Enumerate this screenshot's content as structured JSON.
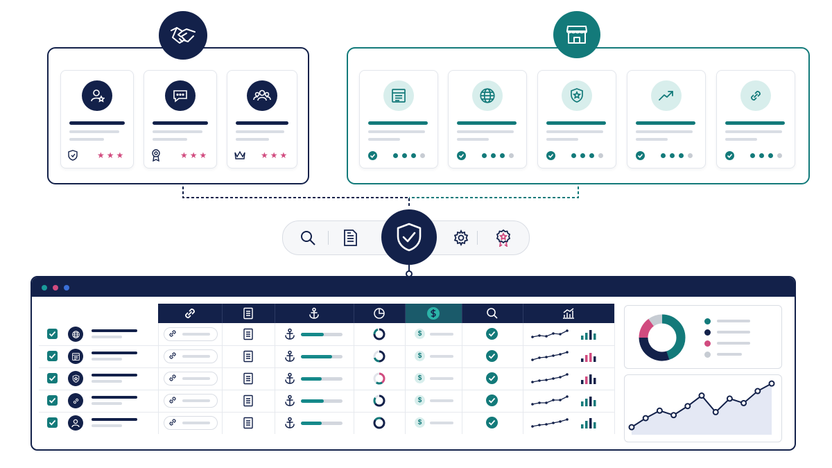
{
  "colors": {
    "navy": "#13214a",
    "teal": "#137a7a",
    "pink": "#d14b7f",
    "light_teal": "#d8eeec",
    "gray": "#c7ccd3"
  },
  "left_group": {
    "hub_icon": "handshake-icon",
    "cards": [
      {
        "icon": "user-star-icon",
        "badge": "shield-icon",
        "stars": "★★★"
      },
      {
        "icon": "chat-bubble-icon",
        "badge": "award-ribbon-icon",
        "stars": "★★★"
      },
      {
        "icon": "user-group-icon",
        "badge": "crown-icon",
        "stars": "★★★"
      }
    ]
  },
  "right_group": {
    "hub_icon": "storefront-icon",
    "cards": [
      {
        "icon": "document-list-icon",
        "dots_on": 3
      },
      {
        "icon": "globe-icon",
        "dots_on": 3
      },
      {
        "icon": "shield-star-icon",
        "dots_on": 3
      },
      {
        "icon": "trend-up-icon",
        "dots_on": 3
      },
      {
        "icon": "link-icon",
        "dots_on": 3
      }
    ]
  },
  "toolbar": {
    "items": [
      "search-icon",
      "document-icon",
      "shield-check-icon",
      "gear-icon",
      "award-badge-icon"
    ]
  },
  "table": {
    "header_icons": [
      "link-icon",
      "document-icon",
      "anchor-icon",
      "pie-icon",
      "dollar-icon",
      "search-icon",
      "bar-chart-icon"
    ],
    "rows": [
      {
        "icon": "globe-icon",
        "progress": 0.55,
        "pie_fill": 0.75
      },
      {
        "icon": "document-icon",
        "progress": 0.75,
        "pie_fill": 0.5
      },
      {
        "icon": "shield-star-icon",
        "progress": 0.5,
        "pie_fill": 0.4
      },
      {
        "icon": "link-icon",
        "progress": 0.55,
        "pie_fill": 0.65
      },
      {
        "icon": "user-icon",
        "progress": 0.5,
        "pie_fill": 0.85
      }
    ]
  },
  "chart_data": [
    {
      "type": "pie",
      "values": [
        45,
        30,
        15,
        10
      ],
      "colors": [
        "#137a7a",
        "#13214a",
        "#d14b7f",
        "#c7ccd3"
      ]
    },
    {
      "type": "area",
      "x": [
        1,
        2,
        3,
        4,
        5,
        6,
        7,
        8,
        9,
        10,
        11
      ],
      "values": [
        10,
        22,
        32,
        26,
        38,
        52,
        30,
        48,
        42,
        58,
        68
      ]
    }
  ]
}
